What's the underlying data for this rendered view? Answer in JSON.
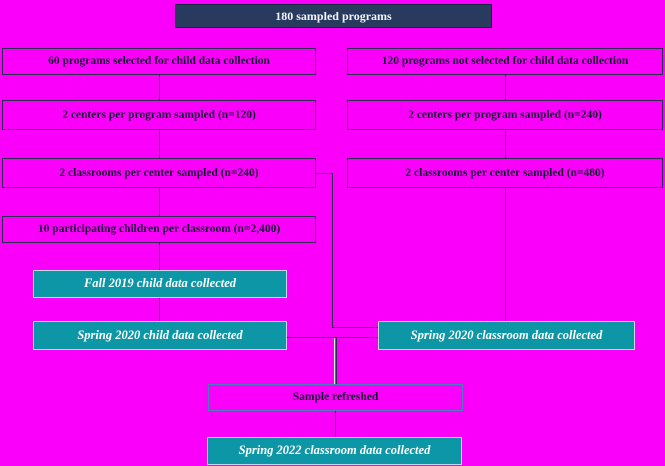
{
  "title": "Sampling flow diagram",
  "colors": {
    "background": "#fa00fa",
    "header_fill": "#283a5e",
    "teal_fill": "#0c96a6",
    "teal_border": "#c2d8e8",
    "box_border": "#2e2e52",
    "refresh_border": "#4b7dbe",
    "dark_text": "#141432",
    "light_text": "#ffffff"
  },
  "flow": {
    "top": {
      "label": "180 sampled programs"
    },
    "left": {
      "selected": "60 programs selected for child data collection",
      "centers": "2 centers per program sampled (n=120)",
      "classrooms": "2 classrooms per center sampled (n=240)",
      "children": "10 participating children per classroom (n=2,400)",
      "fall2019": "Fall 2019 child data collected",
      "spring2020": "Spring 2020 child data collected"
    },
    "right": {
      "notselected": "120 programs not selected for child data collection",
      "centers": "2 centers per program sampled (n=240)",
      "classrooms": "2 classrooms per center sampled (n=480)",
      "spring2020": "Spring 2020 classroom data collected"
    },
    "bottom": {
      "refreshed": "Sample refreshed",
      "spring2022": "Spring 2022 classroom data collected"
    }
  }
}
